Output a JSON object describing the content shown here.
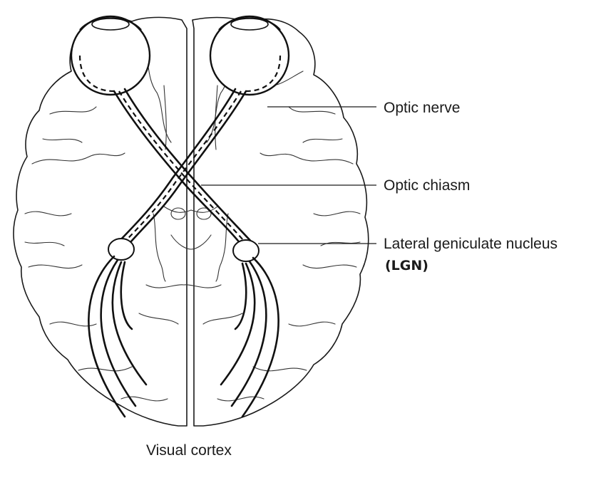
{
  "labels": {
    "optic_nerve": "Optic nerve",
    "optic_chiasm": "Optic chiasm",
    "lgn": "Lateral geniculate nucleus",
    "lgn_abbr": "(LGN)",
    "visual_cortex": "Visual cortex"
  },
  "colors": {
    "line": "#1a1a1a",
    "background": "#ffffff"
  }
}
